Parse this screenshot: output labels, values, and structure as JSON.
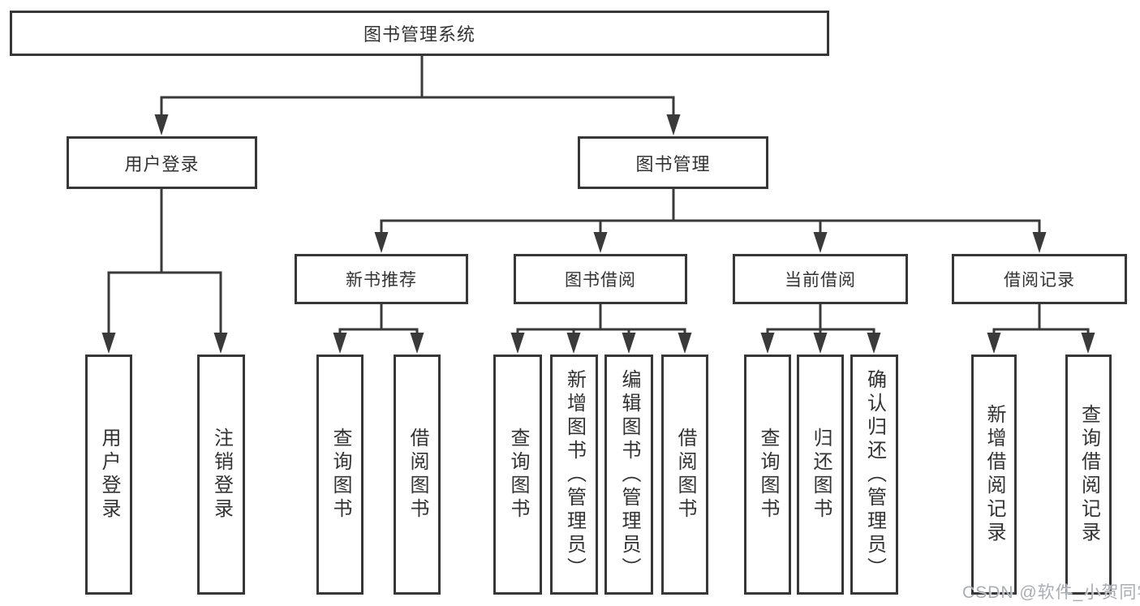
{
  "diagram": {
    "root": "图书管理系统",
    "login": {
      "label": "用户登录",
      "children": [
        "用户登录",
        "注销登录"
      ]
    },
    "management": {
      "label": "图书管理"
    },
    "sections": [
      {
        "label": "新书推荐",
        "children": [
          "查询图书",
          "借阅图书"
        ]
      },
      {
        "label": "图书借阅",
        "children": [
          "查询图书",
          "新增图书（管理员）",
          "编辑图书（管理员）",
          "借阅图书"
        ]
      },
      {
        "label": "当前借阅",
        "children": [
          "查询图书",
          "归还图书",
          "确认归还（管理员）"
        ]
      },
      {
        "label": "借阅记录",
        "children": [
          "新增借阅记录",
          "查询借阅记录"
        ]
      }
    ],
    "colors": {
      "line": "#3a3a3a",
      "text": "#333333",
      "watermark": "#aaadb2",
      "background": "#ffffff"
    },
    "watermark": "CSDN @软件_小贺同学"
  }
}
